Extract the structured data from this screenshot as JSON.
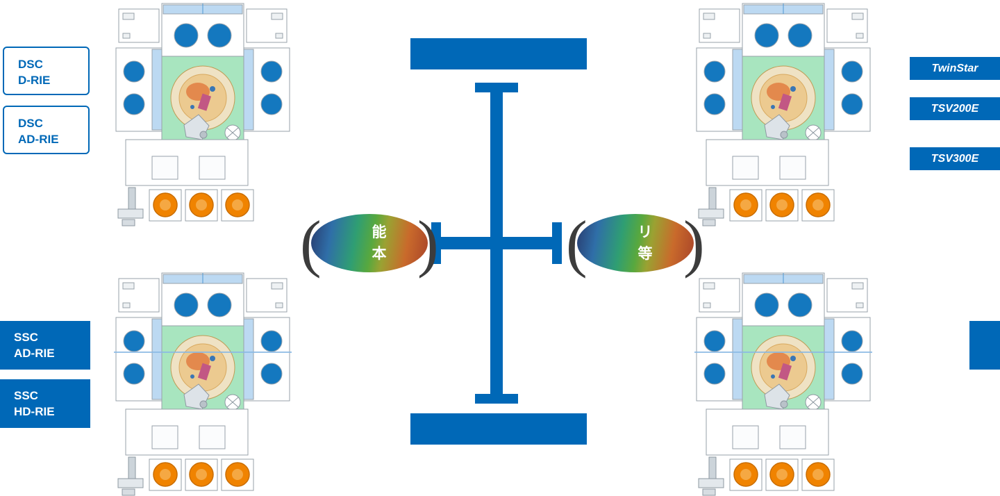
{
  "palette": {
    "accent": "#0068b7",
    "machine_blue": "#1478bf",
    "machine_green": "#a8e5bf",
    "foup_orange": "#f08300"
  },
  "product_groups": {
    "dsc": [
      {
        "line1": "DSC",
        "line2": "D-RIE"
      },
      {
        "line1": "DSC",
        "line2": "AD-RIE"
      }
    ],
    "ssc": [
      {
        "line1": "SSC",
        "line2": "AD-RIE"
      },
      {
        "line1": "SSC",
        "line2": "HD-RIE"
      }
    ],
    "twinstar": [
      "TwinStar",
      "TSV200E",
      "TSV300E",
      ""
    ]
  },
  "axis": {
    "top_label": "",
    "bottom_label": "",
    "left_bubble": {
      "line1": "能",
      "line2": "本"
    },
    "right_bubble": {
      "line1": "リ",
      "line2": "等"
    },
    "paren_open": "(",
    "paren_close": ")"
  },
  "icons": {
    "machine": "etcher-cluster-tool-top-view"
  }
}
